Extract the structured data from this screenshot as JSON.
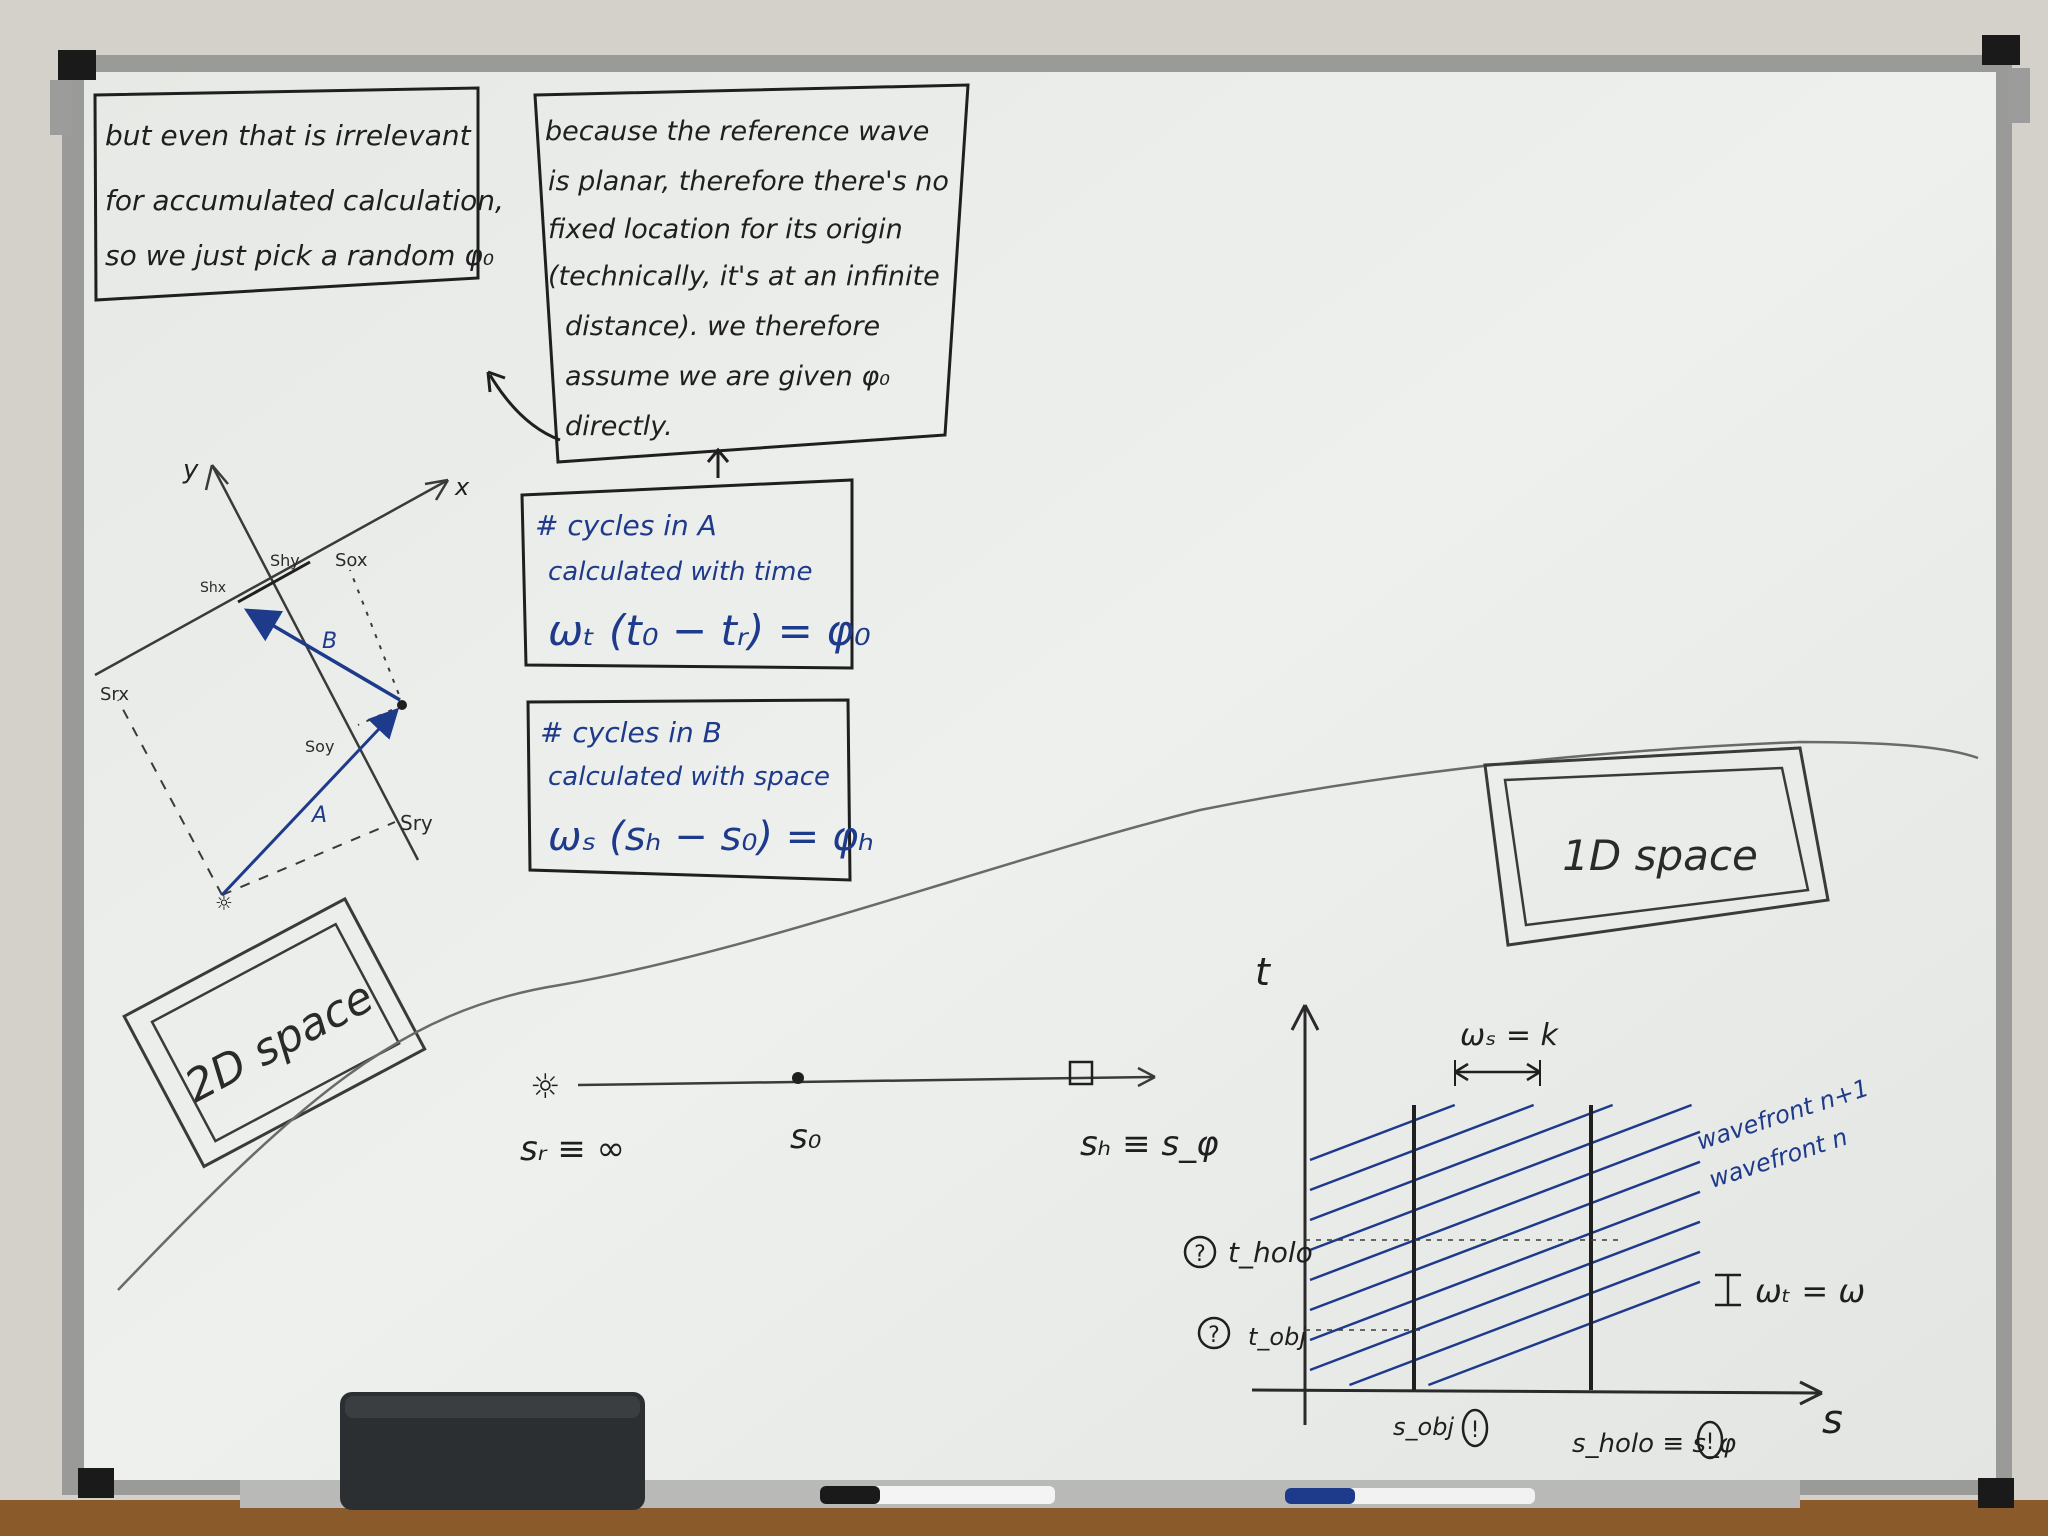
{
  "notes": {
    "top_left": [
      "but even that is irrelevant",
      "for accumulated calculation,",
      "so we just pick a random φ₀"
    ],
    "reference": [
      "because the reference wave",
      "is planar, therefore there's no",
      "fixed location for its origin",
      "(technically, it's at an infinite",
      "distance). we therefore",
      "assume we are given φ₀",
      "directly."
    ],
    "box_a": [
      "# cycles in A",
      "calculated with time",
      "ωₜ (t₀ − tᵣ) = φ₀"
    ],
    "box_b": [
      "# cycles in B",
      "calculated with space",
      "ωₛ (sₕ − s₀) = φₕ"
    ]
  },
  "diagram2d": {
    "axis_x": "x",
    "axis_y": "y",
    "labels": [
      "Shx",
      "Shy",
      "Sox",
      "Srx",
      "Soy",
      "Sry"
    ],
    "vector_a": "A",
    "vector_b": "B"
  },
  "labels": {
    "space2d": "2D space",
    "space1d": "1D space"
  },
  "line1d": {
    "sr": "sᵣ ≡ ∞",
    "so": "s₀",
    "sh": "sₕ ≡ s_φ"
  },
  "graph": {
    "axis_t": "t",
    "axis_s": "s",
    "ws": "ωₛ = k",
    "wt": "ωₜ = ω",
    "wavefront_n1": "wavefront n+1",
    "wavefront_n": "wavefront n",
    "t_holo": "t_holo",
    "t_obj": "t_obj",
    "s_obj": "s_obj",
    "s_holo": "s_holo ≡ s_φ",
    "q_mark": "?",
    "excl_mark": "!"
  },
  "colors": {
    "ink_black": "#1f1f1f",
    "ink_blue": "#1e3a8a",
    "board": "#e9ebe8",
    "frame": "#9a9b98",
    "wall": "#d9d6cf"
  }
}
